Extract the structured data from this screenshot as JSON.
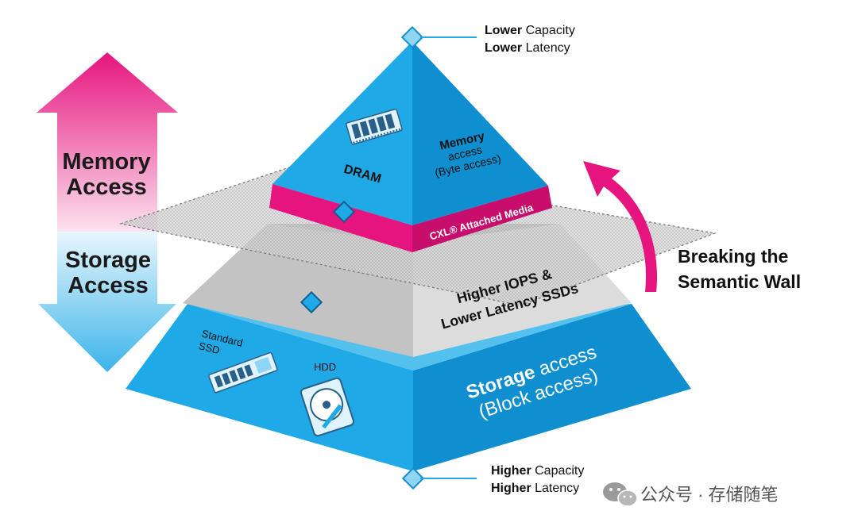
{
  "left_arrow": {
    "memory_line1": "Memory",
    "memory_line2": "Access",
    "storage_line1": "Storage",
    "storage_line2": "Access"
  },
  "top_legend": {
    "l1_bold": "Lower",
    "l1_rest": " Capacity",
    "l2_bold": "Lower",
    "l2_rest": " Latency"
  },
  "bottom_legend": {
    "l1_bold": "Higher",
    "l1_rest": " Capacity",
    "l2_bold": "Higher",
    "l2_rest": " Latency"
  },
  "pyramid": {
    "dram": "DRAM",
    "memory_l1": "Memory",
    "memory_l2": "access",
    "memory_l3": "(Byte access)",
    "cxl": "CXL® Attached Media",
    "ssd_l1": "Higher IOPS &",
    "ssd_l2": "Lower Latency SSDs",
    "storage_bold": "Storage",
    "storage_rest": " access",
    "storage_l2": "(Block access)",
    "standard_l1": "Standard",
    "standard_l2": "SSD",
    "hdd": "HDD"
  },
  "breaking": {
    "line1": "Breaking the",
    "line2": "Semantic Wall"
  },
  "watermark": "公众号 · 存储随笔",
  "colors": {
    "magenta": "#e6147e",
    "cyan": "#1fa9e6",
    "cyan_dark": "#0f8fd0"
  }
}
